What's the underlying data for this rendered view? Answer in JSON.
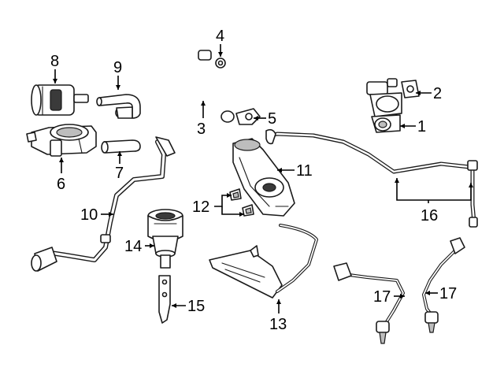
{
  "diagram": {
    "callouts": [
      {
        "id": "1",
        "label": "1"
      },
      {
        "id": "2",
        "label": "2"
      },
      {
        "id": "3",
        "label": "3"
      },
      {
        "id": "4",
        "label": "4"
      },
      {
        "id": "5",
        "label": "5"
      },
      {
        "id": "6",
        "label": "6"
      },
      {
        "id": "7",
        "label": "7"
      },
      {
        "id": "8",
        "label": "8"
      },
      {
        "id": "9",
        "label": "9"
      },
      {
        "id": "10",
        "label": "10"
      },
      {
        "id": "11",
        "label": "11"
      },
      {
        "id": "12",
        "label": "12"
      },
      {
        "id": "13",
        "label": "13"
      },
      {
        "id": "14",
        "label": "14"
      },
      {
        "id": "15",
        "label": "15"
      },
      {
        "id": "16",
        "label": "16"
      },
      {
        "id": "17a",
        "label": "17"
      },
      {
        "id": "17b",
        "label": "17"
      }
    ],
    "colors": {
      "line": "#1a1a1a",
      "background": "#ffffff",
      "shade": "#bdbdbd"
    }
  }
}
